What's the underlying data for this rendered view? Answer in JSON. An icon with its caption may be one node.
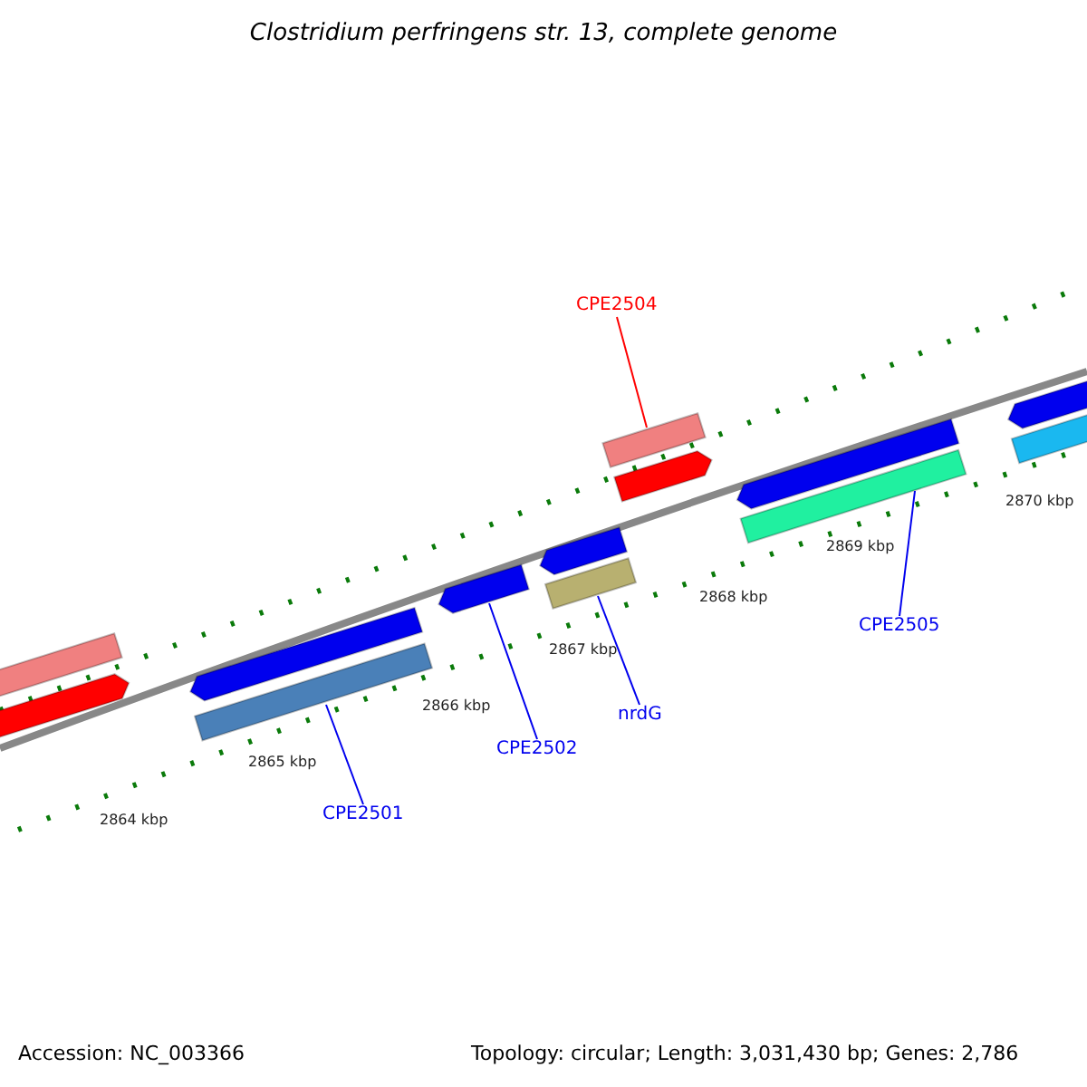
{
  "diagram": {
    "title": "Clostridium perfringens str. 13, complete genome",
    "nodes": [
      {
        "text": [
          "CPE2504"
        ]
      },
      {
        "text": [],
        "shape": "bar"
      },
      {
        "text": [
          "CPE2505"
        ]
      },
      {
        "text": [],
        "shape": "bar"
      },
      {
        "text": [
          "nrdG"
        ]
      },
      {
        "text": [],
        "shape": "bar"
      },
      {
        "text": [
          "CPE2502"
        ]
      },
      {
        "text": [],
        "shape": "bar"
      },
      {
        "text": [
          "CPE2501"
        ]
      },
      {
        "text": [],
        "shape": "bar"
      },
      {
        "text": [],
        "shape": "bar"
      },
      {
        "text": [],
        "shape": "bar"
      },
      {
        "text": [],
        "shape": "bar"
      },
      {
        "text": [],
        "shape": "bar"
      },
      {
        "text": [],
        "shape": "bar"
      },
      {
        "text": [],
        "shape": "bar"
      },
      {
        "text": [],
        "shape": "bar"
      },
      {
        "text": [],
        "shape": "bar"
      }
    ],
    "edges": [
      {
        "from": 0,
        "to": 1,
        "arrow": "none",
        "color": "#ff0000"
      },
      {
        "from": 2,
        "to": 3,
        "arrow": "none"
      },
      {
        "from": 4,
        "to": 5,
        "arrow": "none"
      },
      {
        "from": 6,
        "to": 7,
        "arrow": "none"
      },
      {
        "from": 8,
        "to": 9,
        "arrow": "none"
      }
    ],
    "labels": [
      "2870 kbp",
      "2869 kbp",
      "2868 kbp",
      "2867 kbp",
      "2866 kbp",
      "2865 kbp",
      "2864 kbp",
      "Accession: NC_003366",
      "Topology: circular; Length: 3,031,430 bp; Genes: 2,786"
    ]
  }
}
